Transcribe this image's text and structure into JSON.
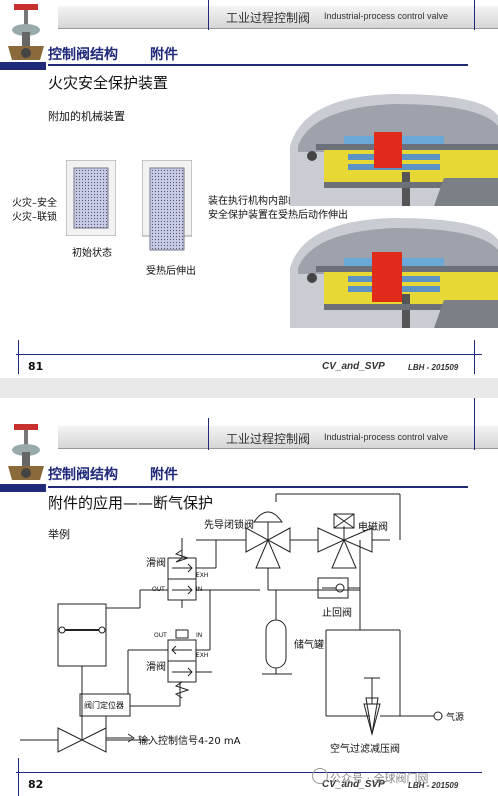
{
  "slide1": {
    "header_cn": "工业过程控制阀",
    "header_en": "Industrial-process control valve",
    "section_title": "控制阀结构",
    "section_sub": "附件",
    "title": "火灾安全保护装置",
    "subtitle": "附加的机械装置",
    "label_fire1": "火灾–安全",
    "label_fire2": "火灾–联锁",
    "caption_initial": "初始状态",
    "caption_extended": "受热后伸出",
    "desc1": "装在执行机构内部的安全保护装置",
    "desc2": "安全保护装置在受热后动作伸出",
    "page_num": "81",
    "footer_doc": "CV_and_SVP",
    "footer_ref": "LBH - 201509"
  },
  "slide2": {
    "header_cn": "工业过程控制阀",
    "header_en": "Industrial-process control valve",
    "section_title": "控制阀结构",
    "section_sub": "附件",
    "title": "附件的应用——断气保护",
    "example": "举例",
    "pilot_valve": "先导闭锁阀",
    "solenoid": "电磁阀",
    "slide_valve_top": "滑阀",
    "slide_valve_bottom": "滑阀",
    "exh": "EXH",
    "out": "OUT",
    "in": "IN",
    "check_valve": "止回阀",
    "tank": "储气罐",
    "positioner": "阀门定位器",
    "signal": "输入控制信号4-20 mA",
    "air_source": "气源",
    "regulator": "空气过滤减压阀",
    "page_num": "82",
    "footer_doc": "CV_and_SVP",
    "footer_ref": "LBH - 201509"
  },
  "watermark": "公众号 · 全球阀门网"
}
